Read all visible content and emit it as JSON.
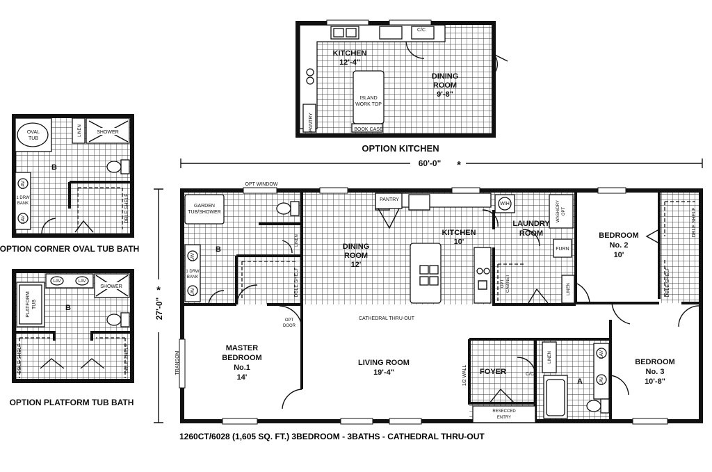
{
  "option_kitchen": {
    "title": "OPTION KITCHEN",
    "kitchen": "KITCHEN",
    "kitchen_dim": "12'-4\"",
    "dining": "DINING",
    "room": "ROOM",
    "dining_dim": "9'-8\"",
    "island_1": "ISLAND",
    "island_2": "WORK TOP",
    "pantry": "PANTRY",
    "book_case": "BOOK CASE",
    "cc": "C/C"
  },
  "option_corner": {
    "title": "OPTION CORNER OVAL TUB BATH",
    "oval": "OVAL",
    "tub": "TUB",
    "linen": "LINEN",
    "shower": "SHOWER",
    "b": "B",
    "lav": "LAV",
    "drw1": "1 DRW",
    "drw2": "BANK",
    "dble_shelf": "DBLE SHELF"
  },
  "option_platform": {
    "title": "OPTION PLATFORM TUB BATH",
    "platform": "PLATFORM",
    "tub": "TUB",
    "lav": "LAV",
    "shower": "SHOWER",
    "b": "B",
    "dble_shelf": "DBLE SHELF"
  },
  "main": {
    "width_dim": "60'-0\"",
    "asterisk": "*",
    "depth_dim": "27'-0\"",
    "opt_window": "OPT WINDOW",
    "garden_1": "GARDEN",
    "garden_2": "TUB/SHOWER",
    "b": "B",
    "lav": "LAV",
    "drw1": "1 DRW",
    "drw2": "BANK",
    "linen": "LINEN",
    "dble_shelf": "DBLE SHELF",
    "pantry": "PANTRY",
    "dining": "DINING",
    "room": "ROOM",
    "dining_dim": "12'",
    "kitchen": "KITCHEN",
    "kitchen_dim": "10'",
    "opt_cabinet_1": "OPT",
    "opt_cabinet_2": "CABINET",
    "wh": "W/H",
    "laundry": "LAUNDRY",
    "washdry": "WASH/DRY",
    "opt": "OPT",
    "furn": "FURN",
    "bedroom": "BEDROOM",
    "no2": "No. 2",
    "bed2_dim": "10'",
    "cathedral": "CATHEDRAL THRU-OUT",
    "opt_door_1": "OPT",
    "opt_door_2": "DOOR",
    "transom": "TRANSOM",
    "master": "MASTER",
    "no1": "No.1",
    "master_dim": "14'",
    "living": "LIVING ROOM",
    "living_dim": "19'-4\"",
    "half_wall": "1/2 WALL",
    "foyer": "FOYER",
    "cc": "C/C",
    "a": "A",
    "recessed_1": "RESECCED",
    "recessed_2": "ENTRY",
    "no3": "No. 3",
    "bed3_dim": "10'-8\""
  },
  "caption": "1260CT/6028 (1,605 SQ. FT.) 3BEDROOM - 3BATHS - CATHEDRAL THRU-OUT"
}
